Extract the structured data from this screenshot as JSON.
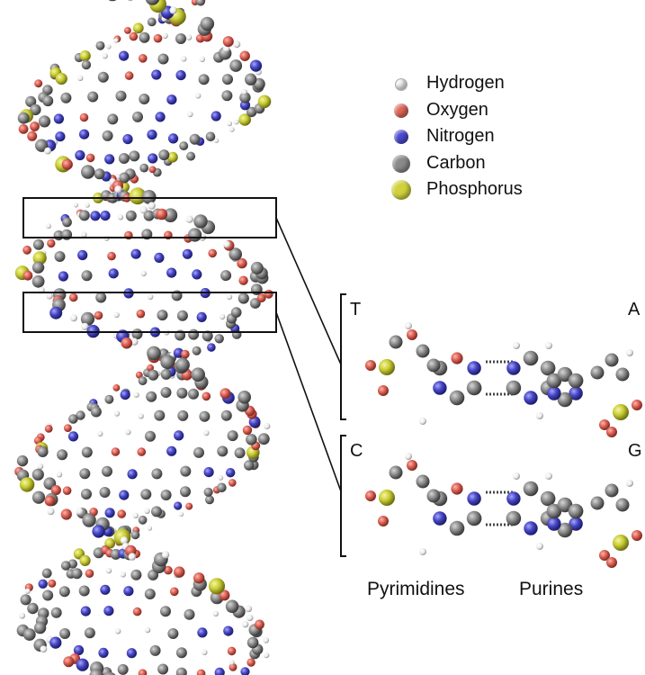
{
  "legend": {
    "items": [
      {
        "label": "Hydrogen",
        "element": "H",
        "color": "#f2f2f2"
      },
      {
        "label": "Oxygen",
        "element": "O",
        "color": "#e0655a"
      },
      {
        "label": "Nitrogen",
        "element": "N",
        "color": "#4a4ad2"
      },
      {
        "label": "Carbon",
        "element": "C",
        "color": "#8a8a8a"
      },
      {
        "label": "Phosphorus",
        "element": "P",
        "color": "#cfd23c"
      }
    ]
  },
  "base_pairs": {
    "top": {
      "left_letter": "T",
      "right_letter": "A"
    },
    "bottom": {
      "left_letter": "C",
      "right_letter": "G"
    }
  },
  "groups": {
    "pyrimidines": "Pyrimidines",
    "purines": "Purines"
  }
}
